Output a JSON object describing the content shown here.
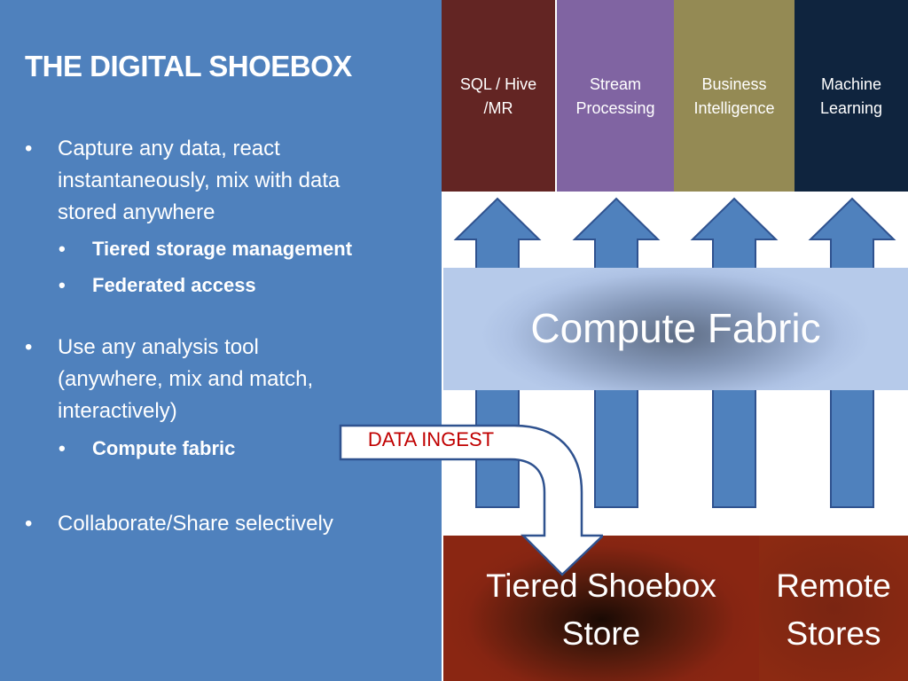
{
  "slide": {
    "title": "THE DIGITAL SHOEBOX",
    "bullets": [
      {
        "lines": [
          "Capture any data, react",
          "instantaneously, mix with data",
          "stored anywhere"
        ]
      },
      {
        "lines": [
          "Tiered storage management"
        ]
      },
      {
        "lines": [
          "Federated access"
        ]
      },
      {
        "lines": [
          "Use any analysis tool",
          "(anywhere, mix and match,",
          "interactively)"
        ]
      },
      {
        "lines": [
          "Compute fabric"
        ]
      },
      {
        "lines": [
          "Collaborate/Share selectively"
        ]
      }
    ],
    "bullet_glyph": "•"
  },
  "diagram": {
    "tools": [
      {
        "lines": [
          "SQL / Hive",
          "/MR"
        ],
        "color": "#632523"
      },
      {
        "lines": [
          "Stream",
          "Processing"
        ],
        "color": "#8064a2"
      },
      {
        "lines": [
          "Business",
          "Intelligence"
        ],
        "color": "#948a54"
      },
      {
        "lines": [
          "Machine",
          "Learning"
        ],
        "color": "#0f243e"
      }
    ],
    "compute_fabric": "Compute Fabric",
    "data_ingest": "DATA INGEST",
    "stores": [
      {
        "lines": [
          "Tiered Shoebox",
          "Store"
        ]
      },
      {
        "lines": [
          "Remote",
          "Stores"
        ]
      }
    ],
    "colors": {
      "panel_blue": "#4f81bd",
      "arrow_fill": "#4f81bd",
      "arrow_stroke": "#2f528f",
      "ingest_text": "#c00000"
    }
  }
}
